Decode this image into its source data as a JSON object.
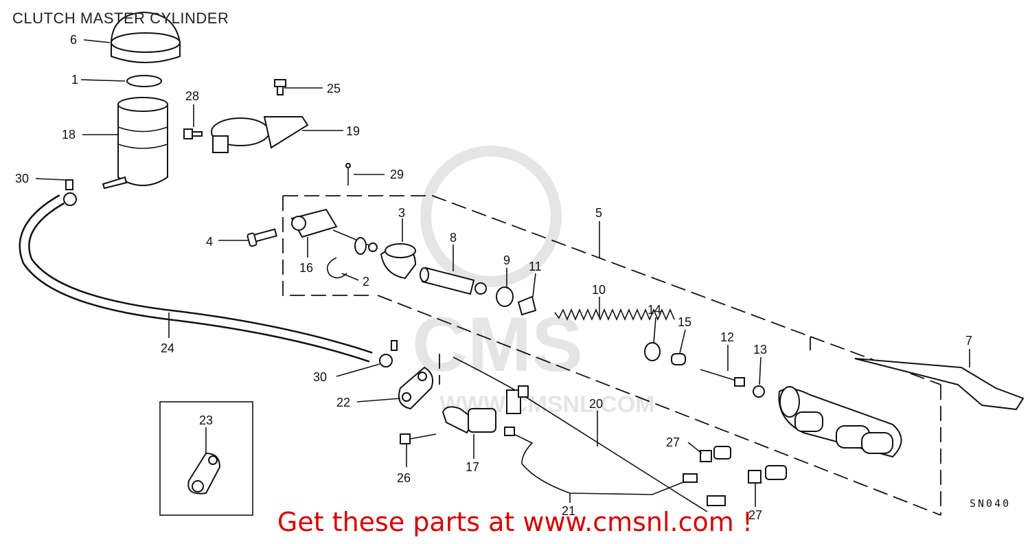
{
  "diagram": {
    "title": "CLUTCH MASTER CYLINDER",
    "code": "SN040",
    "footer": "Get these parts at www.cmsnl.com !",
    "watermark": {
      "text": "CMS",
      "url": "WWW.CMSNL.COM"
    },
    "callouts": [
      "6",
      "1",
      "25",
      "28",
      "18",
      "19",
      "30",
      "29",
      "3",
      "5",
      "4",
      "8",
      "16",
      "9",
      "11",
      "2",
      "10",
      "14",
      "15",
      "12",
      "13",
      "7",
      "24",
      "30",
      "22",
      "20",
      "23",
      "27",
      "26",
      "17",
      "21",
      "27"
    ]
  }
}
